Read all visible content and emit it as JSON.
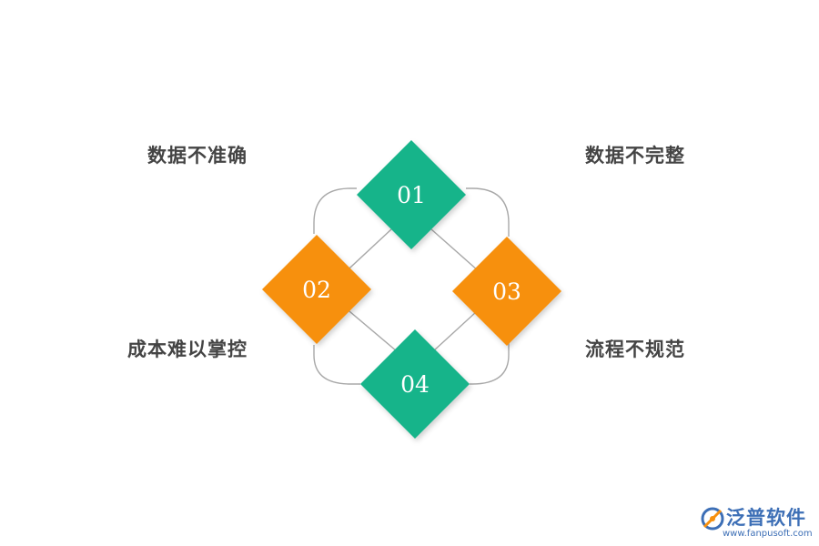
{
  "diagram": {
    "nodes": [
      {
        "id": "node-01",
        "label": "01",
        "color": "#17b48a"
      },
      {
        "id": "node-02",
        "label": "02",
        "color": "#f7900d"
      },
      {
        "id": "node-03",
        "label": "03",
        "color": "#f7900d"
      },
      {
        "id": "node-04",
        "label": "04",
        "color": "#17b48a"
      }
    ],
    "labels": {
      "top_left": "数据不准确",
      "top_right": "数据不完整",
      "bottom_left": "成本难以掌控",
      "bottom_right": "流程不规范"
    },
    "connector_color": "#a8a8a8"
  },
  "logo": {
    "name": "泛普软件",
    "url": "www.fanpusoft.com"
  }
}
